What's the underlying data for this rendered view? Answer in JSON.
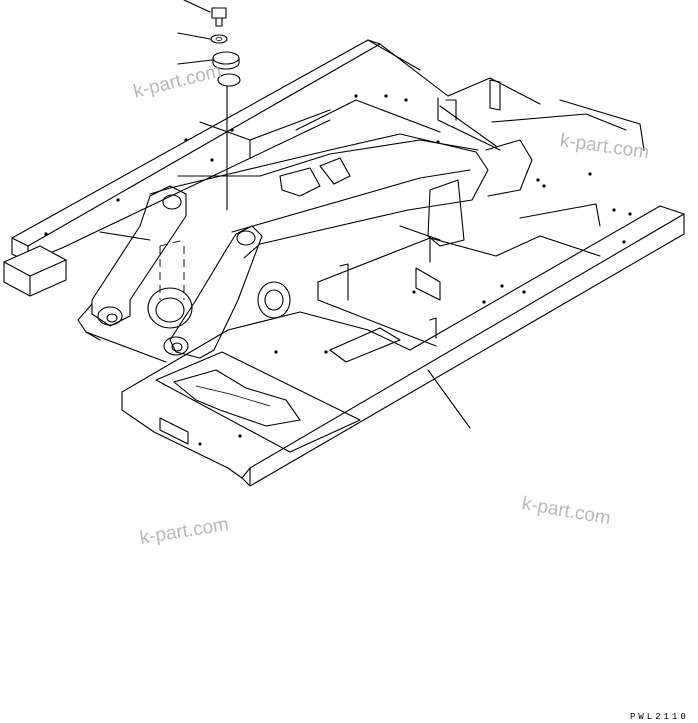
{
  "watermarks": [
    "k-part.com",
    "k-part.com",
    "k-part.com",
    "k-part.com"
  ],
  "drawing_code": "PWL2110"
}
